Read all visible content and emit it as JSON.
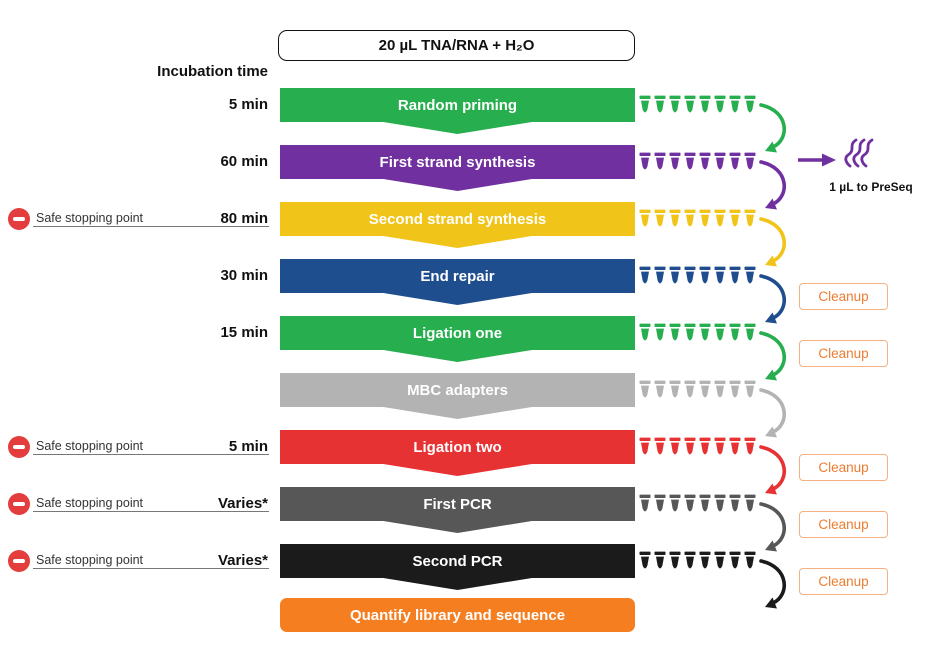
{
  "title_box": {
    "label": "20 µL TNA/RNA + H₂O"
  },
  "labels": {
    "incubation": "Incubation time",
    "safe_stop": "Safe stopping point",
    "cleanup": "Cleanup"
  },
  "preseq": {
    "label": "1 µL to PreSeq",
    "icon": "squiggle-icon"
  },
  "tubes_per_step": 8,
  "colors": {
    "safe_stop_icon": "#E43D3D",
    "cleanup_border": "#F4B183",
    "cleanup_text": "#ED7D31",
    "preseq_purple": "#7030A0"
  },
  "steps": [
    {
      "name": "Random priming",
      "time": "5 min",
      "color": "#27AE4F",
      "safe_stop": false,
      "cleanup": false,
      "preseq": false
    },
    {
      "name": "First strand synthesis",
      "time": "60 min",
      "color": "#7030A0",
      "safe_stop": false,
      "cleanup": false,
      "preseq": true
    },
    {
      "name": "Second strand synthesis",
      "time": "80 min",
      "color": "#F0C419",
      "safe_stop": true,
      "cleanup": false,
      "preseq": false
    },
    {
      "name": "End repair",
      "time": "30 min",
      "color": "#1F4E8F",
      "safe_stop": false,
      "cleanup": true,
      "preseq": false
    },
    {
      "name": "Ligation one",
      "time": "15 min",
      "color": "#27AE4F",
      "safe_stop": false,
      "cleanup": true,
      "preseq": false
    },
    {
      "name": "MBC adapters",
      "time": "",
      "color": "#B3B3B3",
      "safe_stop": false,
      "cleanup": false,
      "preseq": false
    },
    {
      "name": "Ligation two",
      "time": "5 min",
      "color": "#E73233",
      "safe_stop": true,
      "cleanup": true,
      "preseq": false
    },
    {
      "name": "First PCR",
      "time": "Varies*",
      "color": "#575757",
      "safe_stop": true,
      "cleanup": true,
      "preseq": false
    },
    {
      "name": "Second PCR",
      "time": "Varies*",
      "color": "#1B1B1B",
      "safe_stop": true,
      "cleanup": true,
      "preseq": false
    }
  ],
  "final_step": {
    "name": "Quantify library and sequence",
    "color": "#F57E20"
  }
}
